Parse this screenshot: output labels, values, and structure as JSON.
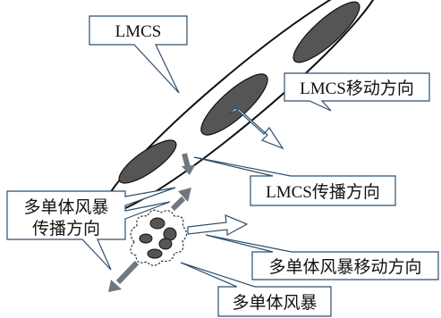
{
  "labels": {
    "lmcs": "LMCS",
    "lmcs_motion": "LMCS移动方向",
    "lmcs_propagation": "LMCS传播方向",
    "multicell_propagation_line1": "多单体风暴",
    "multicell_propagation_line2": "传播方向",
    "multicell_motion": "多单体风暴移动方向",
    "multicell_storm": "多单体风暴"
  },
  "colors": {
    "callout_border": "#2c4f6e",
    "arrow_gray": "#6f7780",
    "cell_fill": "#555555",
    "outline": "#111111"
  }
}
